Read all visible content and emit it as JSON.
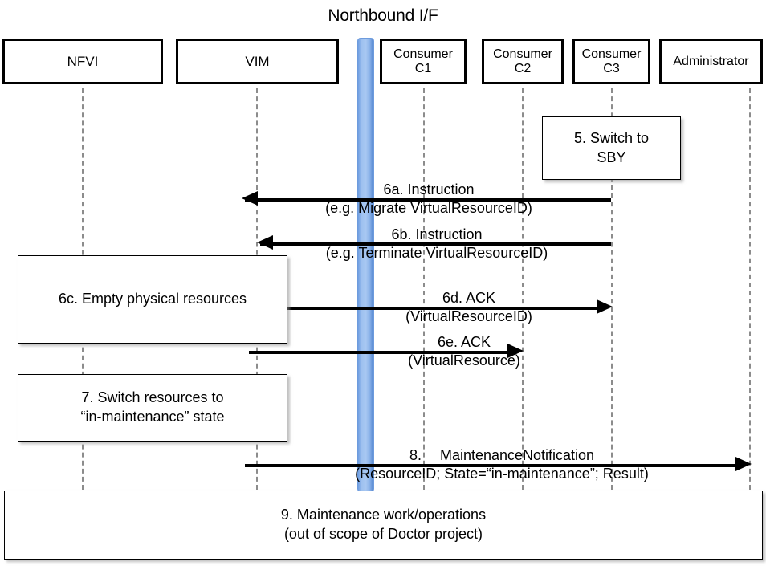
{
  "diagram": {
    "title": "Northbound I/F",
    "type": "uml-sequence-diagram"
  },
  "actors": [
    {
      "id": "nfvi",
      "label": "NFVI"
    },
    {
      "id": "vim",
      "label": "VIM"
    },
    {
      "id": "c1",
      "label": "Consumer\nC1",
      "line1": "Consumer",
      "line2": "C1"
    },
    {
      "id": "c2",
      "label": "Consumer\nC2",
      "line1": "Consumer",
      "line2": "C2"
    },
    {
      "id": "c3",
      "label": "Consumer\nC3",
      "line1": "Consumer",
      "line2": "C3"
    },
    {
      "id": "admin",
      "label": "Administrator"
    }
  ],
  "notes": [
    {
      "id": "note5",
      "line1": "5. Switch to",
      "line2": "SBY"
    },
    {
      "id": "note6c",
      "line1": "6c. Empty physical resources",
      "line2": ""
    },
    {
      "id": "note7",
      "line1": "7. Switch resources to",
      "line2": "“in-maintenance” state"
    },
    {
      "id": "note9",
      "line1": "9. Maintenance work/operations",
      "line2": "(out of scope of Doctor project)"
    }
  ],
  "messages": [
    {
      "id": "6a",
      "line1": "6a. Instruction",
      "line2": "(e.g. Migrate VirtualResourceID)",
      "direction": "left",
      "from": "c3",
      "to": "vim"
    },
    {
      "id": "6b",
      "line1": "6b. Instruction",
      "line2": "(e.g. Terminate VirtualResourceID)",
      "direction": "left",
      "from": "c3",
      "to": "vim"
    },
    {
      "id": "6d",
      "line1": "6d. ACK",
      "line2": "(VirtualResourceID)",
      "direction": "right",
      "from": "vim",
      "to": "c3"
    },
    {
      "id": "6e",
      "line1": "6e. ACK",
      "line2": "(VirtualResource)",
      "direction": "right",
      "from": "vim",
      "to": "c2"
    },
    {
      "id": "8",
      "line1": "8.  MaintenanceNotification",
      "line2": "(ResourceID; State=“in-maintenance”; Result)",
      "direction": "right",
      "from": "vim",
      "to": "admin"
    }
  ],
  "colors": {
    "northbound_bar": "#8fb6ec",
    "northbound_bar_edge": "#4f83ce",
    "lifeline": "#8c8c8c",
    "stroke": "#000000",
    "background": "#ffffff"
  }
}
